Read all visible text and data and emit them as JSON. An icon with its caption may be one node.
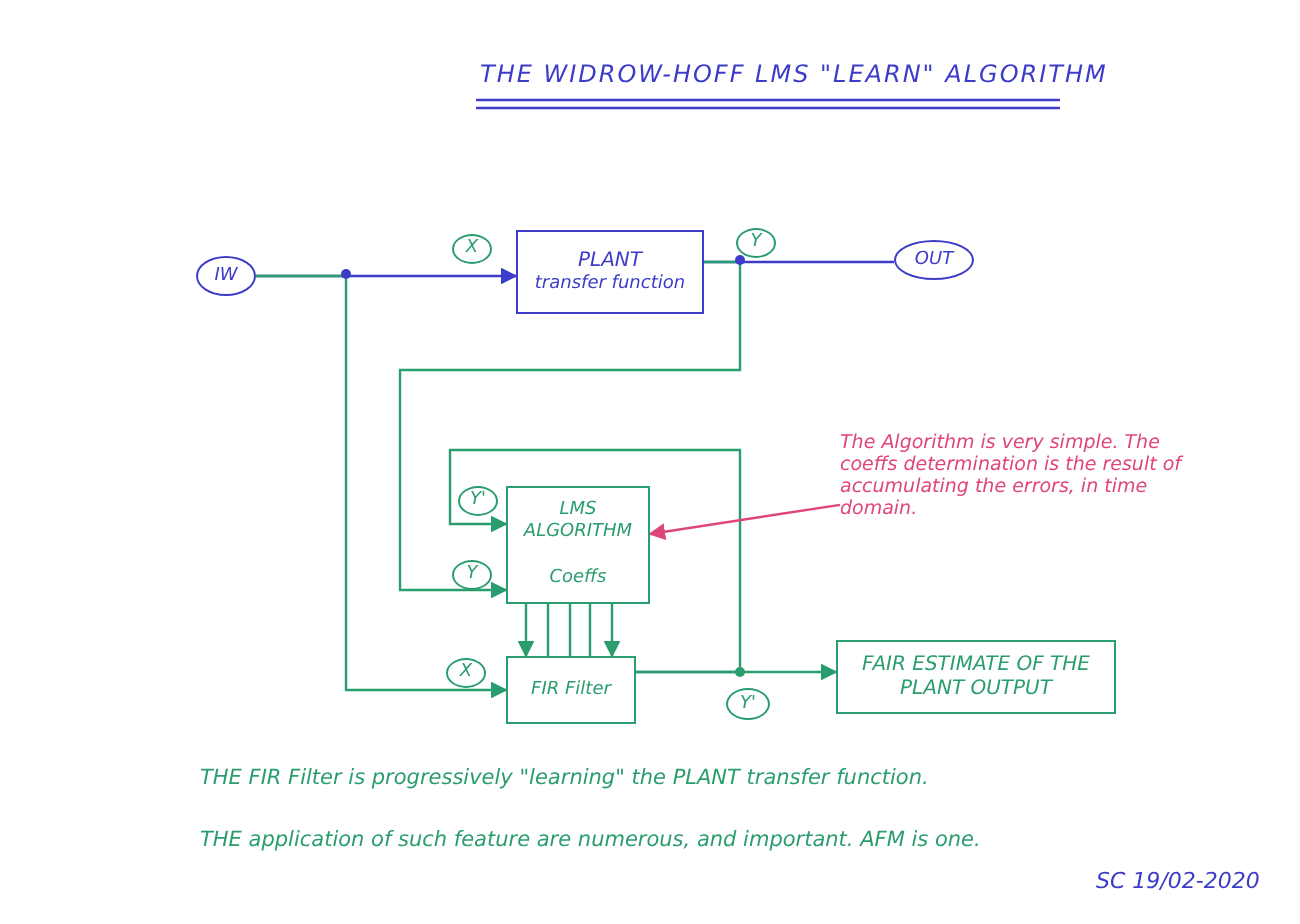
{
  "diagram": {
    "title": "THE WIDROW-HOFF LMS \"LEARN\" ALGORITHM",
    "nodes": [
      {
        "text": [
          "IW"
        ]
      },
      {
        "text": [
          "X"
        ]
      },
      {
        "text": [
          "PLANT",
          "transfer function"
        ]
      },
      {
        "text": [
          "Y"
        ]
      },
      {
        "text": [
          "OUT"
        ]
      },
      {
        "text": [
          "The Algorithm is very simple. The coeffs determination is the result of accumulating the errors, in time domain."
        ]
      },
      {
        "text": [
          "Y'"
        ]
      },
      {
        "text": [
          "LMS ALGORITHM",
          "Coeffs"
        ]
      },
      {
        "text": [
          "Y"
        ]
      },
      {
        "text": [
          "X"
        ]
      },
      {
        "text": [
          "FIR Filter"
        ]
      },
      {
        "text": [
          "Y'"
        ]
      },
      {
        "text": [
          "FAIR ESTIMATE OF THE PLANT OUTPUT"
        ]
      }
    ],
    "edges": [
      {
        "from": 0,
        "to": 2,
        "arrow": "to",
        "color": "#3c3cc8"
      },
      {
        "from": 2,
        "to": 4,
        "arrow": "none",
        "color": "#3c3cc8"
      },
      {
        "from": 0,
        "to": 10,
        "arrow": "to"
      },
      {
        "from": 2,
        "to": 7,
        "arrow": "to"
      },
      {
        "from": 10,
        "to": 12,
        "arrow": "to"
      },
      {
        "from": 10,
        "to": 7,
        "arrow": "to"
      },
      {
        "from": 7,
        "to": 10,
        "arrow": "to"
      },
      {
        "from": 7,
        "to": 10,
        "arrow": "none"
      },
      {
        "from": 7,
        "to": 10,
        "arrow": "none"
      },
      {
        "from": 7,
        "to": 10,
        "arrow": "none"
      },
      {
        "from": 7,
        "to": 10,
        "arrow": "to"
      },
      {
        "from": 5,
        "to": 7,
        "arrow": "to",
        "color": "#e0457a"
      }
    ],
    "labels": [
      "THE FIR Filter is progressively \"learning\" the PLANT transfer function.",
      "THE application of such feature are numerous, and important. AFM is one.",
      "SC 19/02-2020"
    ]
  }
}
